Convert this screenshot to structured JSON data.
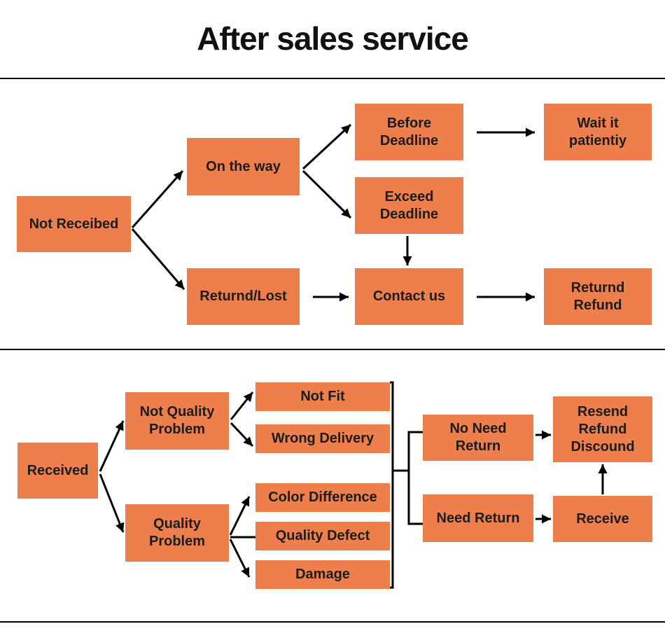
{
  "title": "After sales service",
  "colors": {
    "node_fill": "#EE7E4B",
    "text": "#1C1C1C",
    "line": "#000000",
    "background": "#FFFFFF"
  },
  "nodes": {
    "not_received": "Not Receibed",
    "on_the_way": "On the way",
    "before_deadline": "Before\nDeadline",
    "wait_it_patiently": "Wait it\npatientiy",
    "exceed_deadline": "Exceed\nDeadline",
    "returnd_lost": "Returnd/Lost",
    "contact_us": "Contact us",
    "returnd_refund": "Returnd\nRefund",
    "received": "Received",
    "not_quality_problem": "Not Quality\nProblem",
    "quality_problem": "Quality\nProblem",
    "not_fit": "Not Fit",
    "wrong_delivery": "Wrong Delivery",
    "color_difference": "Color Difference",
    "quality_defect": "Quality Defect",
    "damage": "Damage",
    "no_need_return": "No Need\nReturn",
    "resend_refund_discound": "Resend\nRefund\nDiscound",
    "need_return": "Need Return",
    "receive": "Receive"
  },
  "edges": [
    {
      "from": "not_received",
      "to": "on_the_way",
      "arrow": true
    },
    {
      "from": "not_received",
      "to": "returnd_lost",
      "arrow": true
    },
    {
      "from": "on_the_way",
      "to": "before_deadline",
      "arrow": true
    },
    {
      "from": "on_the_way",
      "to": "exceed_deadline",
      "arrow": true
    },
    {
      "from": "before_deadline",
      "to": "wait_it_patiently",
      "arrow": true
    },
    {
      "from": "exceed_deadline",
      "to": "contact_us",
      "arrow": true
    },
    {
      "from": "returnd_lost",
      "to": "contact_us",
      "arrow": true
    },
    {
      "from": "contact_us",
      "to": "returnd_refund",
      "arrow": true
    },
    {
      "from": "received",
      "to": "not_quality_problem",
      "arrow": true
    },
    {
      "from": "received",
      "to": "quality_problem",
      "arrow": true
    },
    {
      "from": "not_quality_problem",
      "to": "not_fit",
      "arrow": true
    },
    {
      "from": "not_quality_problem",
      "to": "wrong_delivery",
      "arrow": true
    },
    {
      "from": "quality_problem",
      "to": "color_difference",
      "arrow": true
    },
    {
      "from": "quality_problem",
      "to": "quality_defect",
      "arrow": false
    },
    {
      "from": "quality_problem",
      "to": "damage",
      "arrow": true
    },
    {
      "from": "outcomes_bracket",
      "to": "no_need_return",
      "arrow": false
    },
    {
      "from": "outcomes_bracket",
      "to": "need_return",
      "arrow": false
    },
    {
      "from": "no_need_return",
      "to": "resend_refund_discound",
      "arrow": true
    },
    {
      "from": "need_return",
      "to": "receive",
      "arrow": true
    },
    {
      "from": "receive",
      "to": "resend_refund_discound",
      "arrow": true
    }
  ]
}
